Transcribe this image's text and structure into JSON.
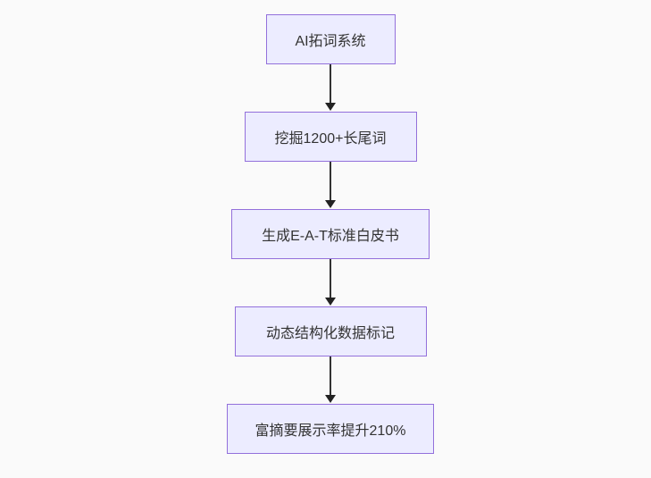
{
  "page": {
    "background_color": "#fafafa"
  },
  "flowchart": {
    "direction": "top-down",
    "node_fill_color": "#ECECFF",
    "node_border_color": "#9370DB",
    "text_color": "#333333",
    "arrow_color": "#333333",
    "nodes": [
      {
        "label": "AI拓词系统"
      },
      {
        "label": "挖掘1200+长尾词"
      },
      {
        "label": "生成E-A-T标准白皮书"
      },
      {
        "label": "动态结构化数据标记"
      },
      {
        "label": "富摘要展示率提升210%"
      }
    ]
  }
}
